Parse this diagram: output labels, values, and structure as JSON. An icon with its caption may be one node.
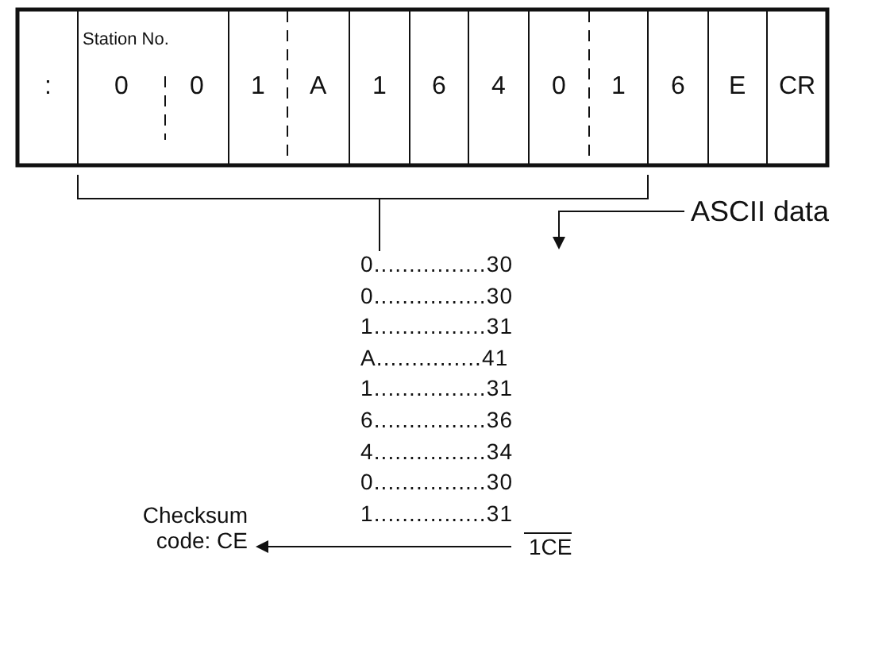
{
  "diagram": {
    "nodes": [
      {
        "text": [
          "ASCII data"
        ]
      },
      {
        "text": [
          "Checksum code: CE"
        ]
      },
      {
        "text": [
          "1CE"
        ]
      }
    ],
    "edges": [
      {
        "from": 0,
        "to": null,
        "arrow": "to"
      },
      {
        "from": 2,
        "to": 1,
        "arrow": "to"
      }
    ],
    "labels": [
      ":",
      "Station No.",
      "0",
      "0",
      "1",
      "A",
      "1",
      "6",
      "4",
      "0",
      "1",
      "6",
      "E",
      "CR",
      "0................30",
      "0................30",
      "1................31",
      "A...............41",
      "1................31",
      "6................36",
      "4................34",
      "0................30",
      "1................31"
    ]
  }
}
